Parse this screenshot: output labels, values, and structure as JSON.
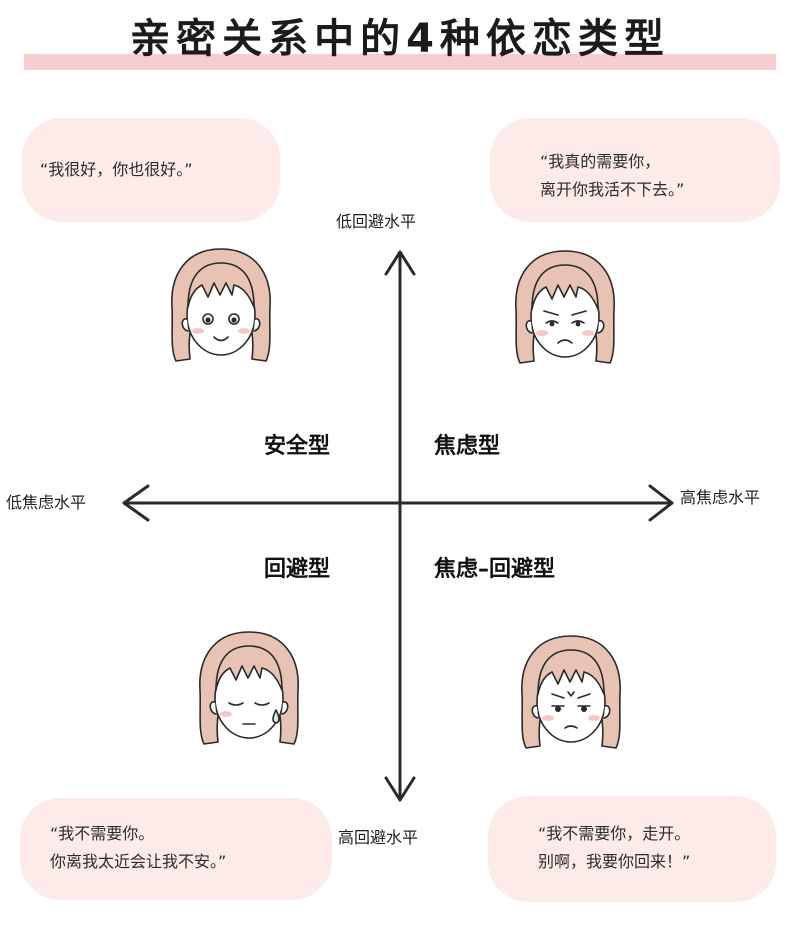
{
  "title": "亲密关系中的4种依恋类型",
  "axes": {
    "top": "低回避水平",
    "bottom": "高回避水平",
    "left": "低焦虑水平",
    "right": "高焦虑水平"
  },
  "quadrants": {
    "secure": "安全型",
    "anxious": "焦虑型",
    "avoidant": "回避型",
    "fearful": "焦虑–回避型"
  },
  "quotes": {
    "secure": [
      "“我很好，你也很好。”"
    ],
    "anxious": [
      "“我真的需要你，",
      "离开你我活不下去。”"
    ],
    "avoidant": [
      "“我不需要你。",
      "你离我太近会让我不安。”"
    ],
    "fearful": [
      "“我不需要你，走开。",
      "别啊，我要你回来！”"
    ]
  },
  "colors": {
    "title_band": "#f7cdd2",
    "bubble": "#fcebe9",
    "hair": "#e8c3b3",
    "line": "#2a2a2a"
  }
}
